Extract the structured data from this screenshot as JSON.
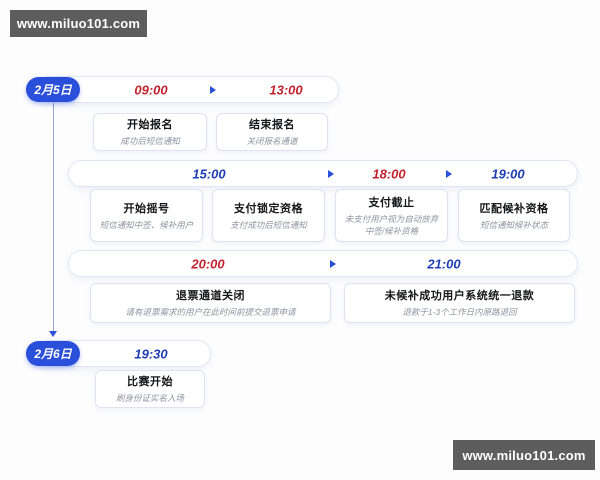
{
  "watermarks": {
    "top_left": "www.miluo101.com",
    "bottom_right": "www.miluo101.com"
  },
  "colors": {
    "accent_blue": "#2a4fdb",
    "time_red": "#c2232e",
    "time_blue": "#1f3db5",
    "subtitle_gray": "#8d939f",
    "watermark_bg": "#5d5d5d"
  },
  "icons": {
    "time_arrow": "arrow-right-icon",
    "timeline_end": "arrow-down-icon"
  },
  "timeline": {
    "day1": {
      "date_label": "2月5日",
      "row1": {
        "time1": "09:00",
        "time2": "13:00",
        "cards": [
          {
            "title": "开始报名",
            "subtitle": "成功后短信通知"
          },
          {
            "title": "结束报名",
            "subtitle": "关闭报名通道"
          }
        ]
      },
      "row2": {
        "time1": "15:00",
        "time2": "18:00",
        "time3": "19:00",
        "cards": [
          {
            "title": "开始摇号",
            "subtitle": "短信通知中签、候补用户"
          },
          {
            "title": "支付锁定资格",
            "subtitle": "支付成功后短信通知"
          },
          {
            "title": "支付截止",
            "subtitle": "未支付用户视为自动放弃中签/候补资格"
          },
          {
            "title": "匹配候补资格",
            "subtitle": "短信通知候补状态"
          }
        ]
      },
      "row3": {
        "time1": "20:00",
        "time2": "21:00",
        "cards": [
          {
            "title": "退票通道关闭",
            "subtitle": "请有退票需求的用户在此时间前提交退票申请"
          },
          {
            "title": "未候补成功用户系统统一退款",
            "subtitle": "退款于1-3个工作日内原路退回"
          }
        ]
      }
    },
    "day2": {
      "date_label": "2月6日",
      "row": {
        "time1": "19:30",
        "cards": [
          {
            "title": "比赛开始",
            "subtitle": "刷身份证实名入场"
          }
        ]
      }
    }
  }
}
